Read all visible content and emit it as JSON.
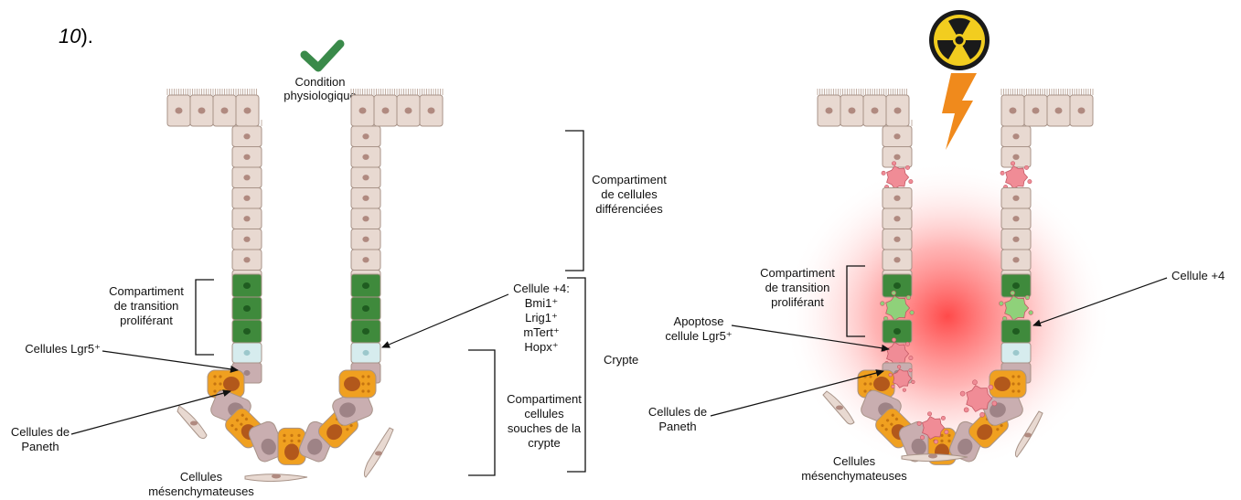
{
  "note": {
    "number": "10",
    "suffix": ")."
  },
  "colors": {
    "epithelium": "#e8d9d1",
    "epithelium_stroke": "#a89388",
    "nucleus": "#b08a80",
    "proliferative": "#3f8a3c",
    "proliferative_dark": "#1f5c20",
    "lgr5": "#d6ecee",
    "lgr5_nucleus": "#9cc8cc",
    "plus4": "#c9aeb0",
    "paneth": "#f0a020",
    "paneth_nucleus": "#b2581b",
    "apoptotic": "#f08c96",
    "checkmark": "#3a8a4a",
    "lightning": "#f08a1c",
    "radiation_badge": "#f2cd1f",
    "glow": "#ff3030"
  },
  "left_panel": {
    "condition": [
      "Condition",
      "physiologique"
    ],
    "check_icon": "checkmark-icon",
    "compartment_transition": [
      "Compartiment",
      "de transition",
      "proliférant"
    ],
    "lgr5_label": "Cellules Lgr5⁺",
    "paneth_label": [
      "Cellules de",
      "Paneth"
    ],
    "mesenchymal_label": [
      "Cellules",
      "mésenchymateuses"
    ],
    "differentiated": [
      "Compartiment",
      "de cellules",
      "différenciées"
    ],
    "cell4": [
      "Cellule +4:",
      "Bmi1⁺",
      "Lrig1⁺",
      "mTert⁺",
      "Hopx⁺"
    ],
    "crypte": "Crypte",
    "stem_compartment": [
      "Compartiment",
      "cellules",
      "souches de la",
      "crypte"
    ]
  },
  "right_panel": {
    "radiation_icon": "radiation-icon",
    "lightning_icon": "lightning-icon",
    "compartment_transition": [
      "Compartiment",
      "de transition",
      "proliférant"
    ],
    "apoptosis_label": [
      "Apoptose",
      "cellule Lgr5⁺"
    ],
    "paneth_label": [
      "Cellules de",
      "Paneth"
    ],
    "mesenchymal_label": [
      "Cellules",
      "mésenchymateuses"
    ],
    "cell4_label": "Cellule +4"
  }
}
